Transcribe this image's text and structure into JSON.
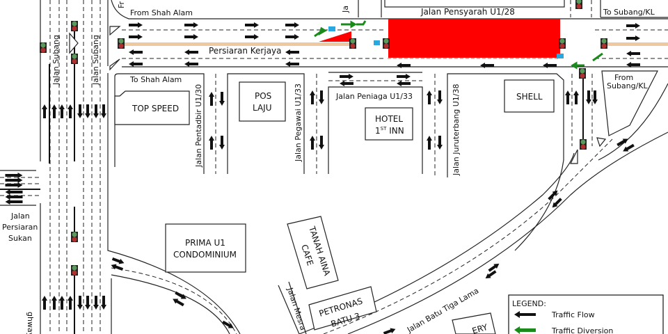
{
  "map": {
    "roads": {
      "persiaran_kerjaya": "Persiaran Kerjaya",
      "jalan_pensyarah": "Jalan Pensyarah U1/28",
      "jalan_subang_1": "Jalan Subang",
      "jalan_subang_2": "Jalan Subang",
      "jalan_pentadbir": "Jalan Pentadbir U1/30",
      "jalan_pegawai": "Jalan Pegawai U1/33",
      "jalan_peniaga": "Jalan Peniaga U1/33",
      "jalan_juruterbang": "Jalan Juruterbang U1/38",
      "jalan_persiaran_sukan": [
        "Jalan",
        "Persiaran",
        "Sukan"
      ],
      "jalan_mesra": "Jalan Mesra",
      "jalan_batu_tiga_lama": "Jalan Batu Tiga Lama",
      "highway_partial": "ghway",
      "top_partial_1": "Fr",
      "top_partial_2": "Ja"
    },
    "directions": {
      "from_shah_alam": "From Shah Alam",
      "to_shah_alam": "To Shah Alam",
      "to_subang_kl": "To Subang/KL",
      "from_subang_kl": [
        "From",
        "Subang/KL"
      ]
    },
    "landmarks": {
      "top_speed": "TOP SPEED",
      "pos_laju": [
        "POS",
        "LAJU"
      ],
      "hotel": [
        "HOTEL",
        "1",
        "ST",
        " INN"
      ],
      "shell": "SHELL",
      "prima": [
        "PRIMA U1",
        "CONDOMINIUM"
      ],
      "tanah_aina": [
        "TANAH AINA",
        "CAFE"
      ],
      "petronas": [
        "PETRONAS",
        "BATU 3"
      ],
      "partial_bottom": "ERY"
    },
    "legend": {
      "title": "LEGEND:",
      "traffic_flow": "Traffic Flow",
      "traffic_diversion": "Traffic Diversion"
    },
    "colors": {
      "closure": "#ff0000",
      "median": "#f0c8a0",
      "diversion": "#1a8a1a",
      "flag": "#29a8e0",
      "signal_green": "#5a9a5a",
      "signal_red": "#b03030"
    }
  }
}
